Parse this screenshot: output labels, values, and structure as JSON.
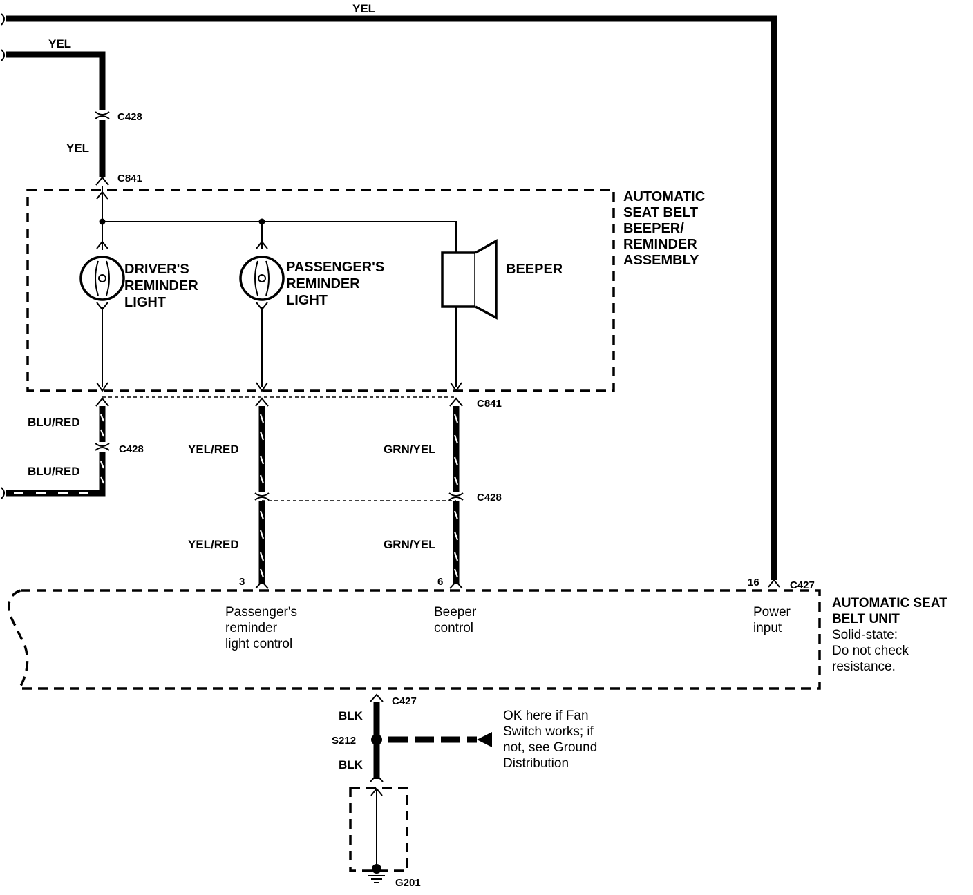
{
  "wires": {
    "top_yel": "YEL",
    "left_yel": "YEL",
    "c428_c841_yel": "YEL",
    "blu_red_upper": "BLU/RED",
    "blu_red_lower": "BLU/RED",
    "yel_red_upper": "YEL/RED",
    "yel_red_lower": "YEL/RED",
    "grn_yel_upper": "GRN/YEL",
    "grn_yel_lower": "GRN/YEL",
    "blk_upper": "BLK",
    "blk_lower": "BLK"
  },
  "connectors": {
    "c428_top": "C428",
    "c841_top": "C841",
    "c841_bottom": "C841",
    "c428_left": "C428",
    "c428_right": "C428",
    "c427_power": "C427",
    "c427_ground": "C427",
    "s212": "S212",
    "g201": "G201"
  },
  "assembly": {
    "title_lines": [
      "AUTOMATIC",
      "SEAT BELT",
      "BEEPER/",
      "REMINDER",
      "ASSEMBLY"
    ],
    "driver_light": [
      "DRIVER'S",
      "REMINDER",
      "LIGHT"
    ],
    "passenger_light": [
      "PASSENGER'S",
      "REMINDER",
      "LIGHT"
    ],
    "beeper": "BEEPER"
  },
  "unit": {
    "title_lines": [
      "AUTOMATIC SEAT",
      "BELT UNIT"
    ],
    "note_lines": [
      "Solid-state:",
      "Do not check",
      "resistance."
    ],
    "pins": {
      "passenger": "3",
      "beeper": "6",
      "power": "16"
    },
    "pin_labels": {
      "passenger": [
        "Passenger's",
        "reminder",
        "light control"
      ],
      "beeper": [
        "Beeper",
        "control"
      ],
      "power": [
        "Power",
        "input"
      ]
    }
  },
  "ground_note": [
    "OK here if Fan",
    "Switch works; if",
    "not, see Ground",
    "Distribution"
  ]
}
